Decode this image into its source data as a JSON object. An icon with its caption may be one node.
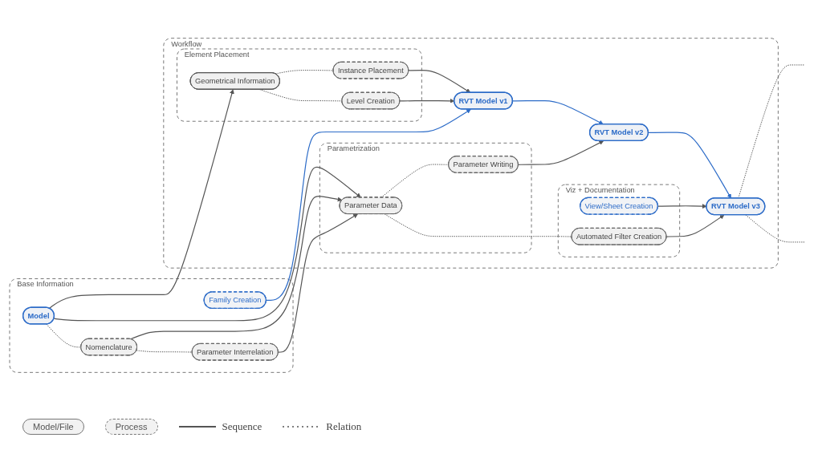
{
  "diagram": {
    "nodes": [
      {
        "text": [
          "Base Information"
        ]
      },
      {
        "text": [
          "Family Creation"
        ],
        "in": 0
      },
      {
        "text": [
          "Model"
        ],
        "in": 0
      },
      {
        "text": [
          "Nomenclature"
        ],
        "in": 0
      },
      {
        "text": [
          "Parameter Interrelation"
        ],
        "in": 0
      },
      {
        "text": [
          "Workflow"
        ]
      },
      {
        "text": [
          "RVT Model v1"
        ],
        "in": 5
      },
      {
        "text": [
          "RVT Model v2"
        ],
        "in": 5
      },
      {
        "text": [
          "RVT Model v3"
        ],
        "in": 5
      },
      {
        "text": [
          "Element Placement"
        ],
        "in": 5
      },
      {
        "text": [
          "Geometrical Information"
        ],
        "in": 9
      },
      {
        "text": [
          "Instance Placement"
        ],
        "in": 9
      },
      {
        "text": [
          "Level Creation"
        ],
        "in": 9
      },
      {
        "text": [
          "Parametrization"
        ],
        "in": 5
      },
      {
        "text": [
          "Parameter Data"
        ],
        "in": 13
      },
      {
        "text": [
          "Parameter Writing"
        ],
        "in": 13
      },
      {
        "text": [
          "Viz + Documentation"
        ],
        "in": 5
      },
      {
        "text": [
          "View/Sheet Creation"
        ],
        "in": 16
      },
      {
        "text": [
          "Automated Filter Creation"
        ],
        "in": 16
      }
    ],
    "edges": [
      {
        "from": 1,
        "to": 6,
        "arrow": "to",
        "color": "#2d6cc8"
      },
      {
        "from": 6,
        "to": 7,
        "arrow": "to",
        "color": "#2d6cc8"
      },
      {
        "from": 7,
        "to": 8,
        "arrow": "to",
        "color": "#2d6cc8"
      },
      {
        "from": 8,
        "to": null,
        "arrow": "none",
        "style": "dashed"
      },
      {
        "from": 8,
        "to": null,
        "arrow": "none",
        "style": "dashed"
      },
      {
        "from": 2,
        "to": 10,
        "arrow": "to"
      },
      {
        "from": 2,
        "to": 14,
        "arrow": "to"
      },
      {
        "from": 10,
        "to": 11,
        "arrow": "none",
        "style": "dashed"
      },
      {
        "from": 10,
        "to": 12,
        "arrow": "none",
        "style": "dashed"
      },
      {
        "from": 11,
        "to": 6,
        "arrow": "to"
      },
      {
        "from": 12,
        "to": 6,
        "arrow": "to"
      },
      {
        "from": 2,
        "to": 3,
        "arrow": "none",
        "style": "dashed"
      },
      {
        "from": 3,
        "to": 14,
        "arrow": "to"
      },
      {
        "from": 3,
        "to": 4,
        "arrow": "none",
        "style": "dashed"
      },
      {
        "from": 4,
        "to": 14,
        "arrow": "to"
      },
      {
        "from": 14,
        "to": 15,
        "arrow": "none",
        "style": "dashed"
      },
      {
        "from": 15,
        "to": 7,
        "arrow": "to"
      },
      {
        "from": 14,
        "to": 18,
        "arrow": "none",
        "style": "dashed"
      },
      {
        "from": 17,
        "to": 8,
        "arrow": "to"
      },
      {
        "from": 18,
        "to": 8,
        "arrow": "to"
      }
    ],
    "legend": [
      {
        "text": "Model/File"
      },
      {
        "text": "Process"
      },
      {
        "text": "Sequence"
      },
      {
        "text": "Relation"
      }
    ]
  }
}
